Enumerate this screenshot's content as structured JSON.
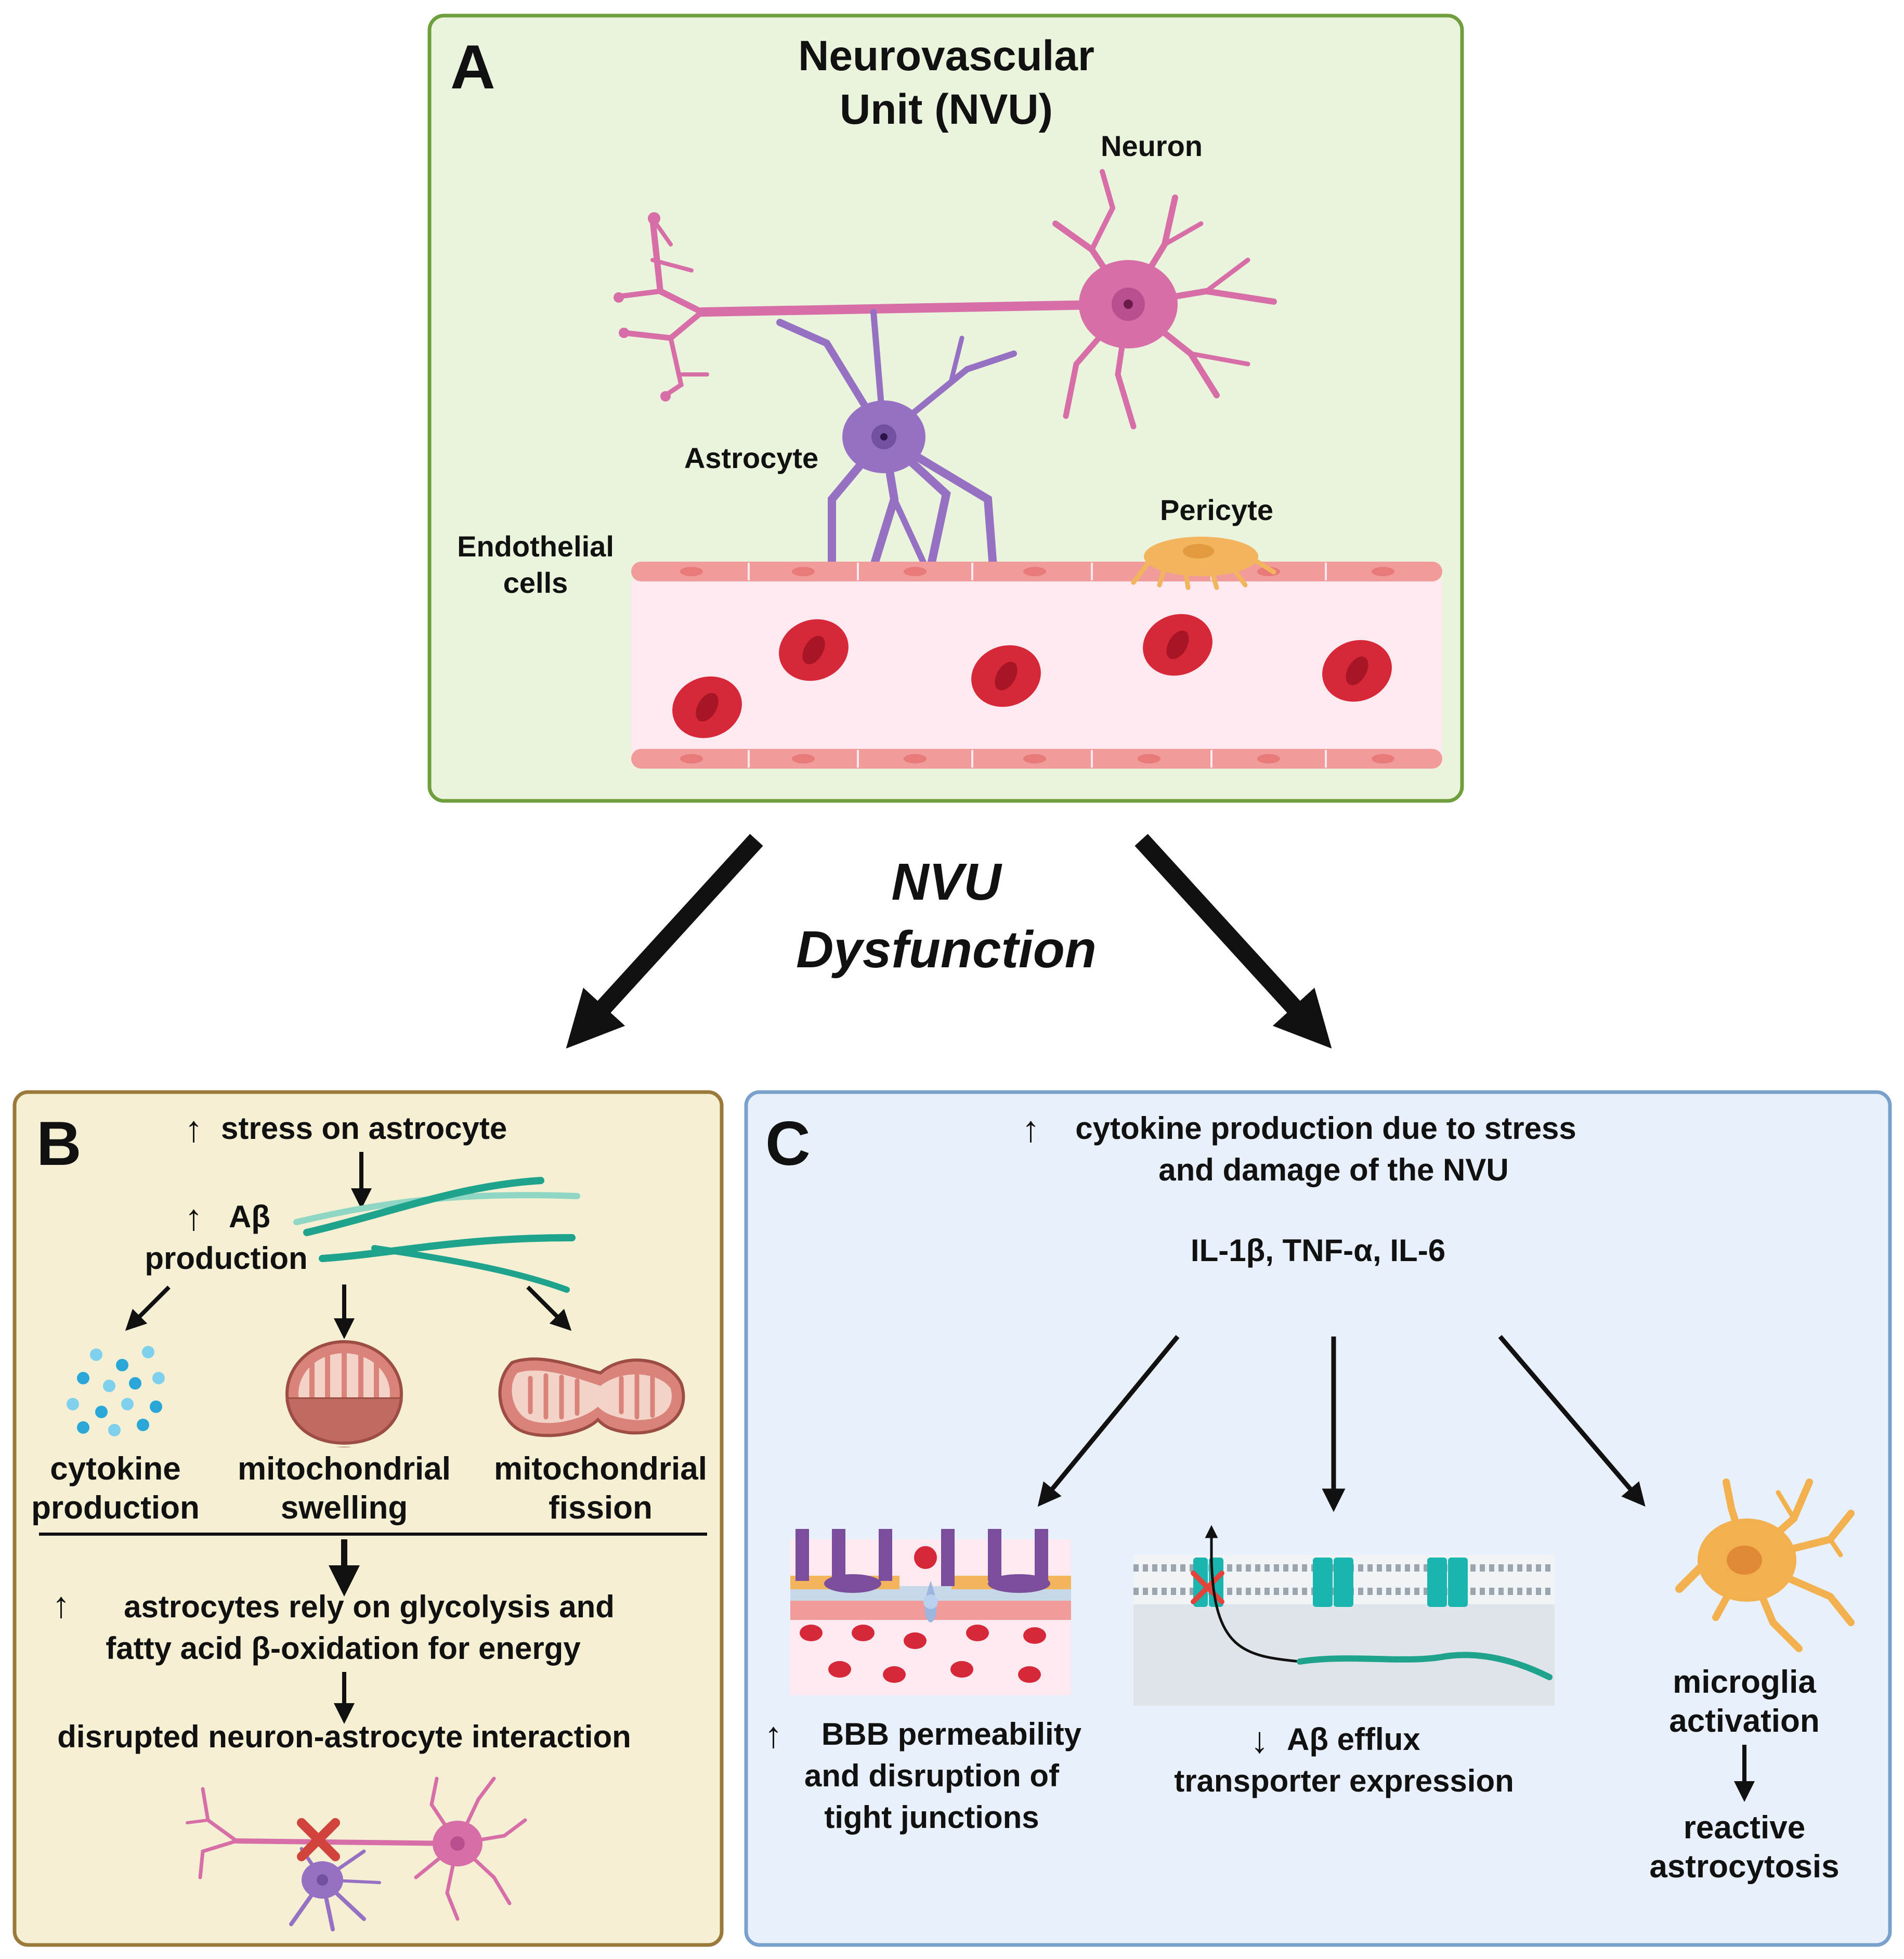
{
  "colors": {
    "panel_a_fill": "#eaf4dd",
    "panel_a_border": "#6f9e3d",
    "panel_b_fill": "#f5f0d4",
    "panel_b_border": "#9a7a3a",
    "panel_c_fill": "#e8f0fb",
    "panel_c_border": "#7aa0cc",
    "neuron": "#d76ea8",
    "astrocyte": "#9670c2",
    "pericyte": "#f2b45c",
    "vessel_wall": "#f29b9b",
    "vessel_lumen": "#fdeaf0",
    "rbc": "#d62839",
    "abeta_fiber": "#1fa38c",
    "cytokine_dot": "#2aa7d8",
    "mitochondrion": "#d9837a",
    "microglia": "#f2b04f",
    "transporter": "#1bb5b0",
    "block_x": "#e0443b",
    "arrow": "#111111"
  },
  "panel_a": {
    "letter": "A",
    "title_line1": "Neurovascular",
    "title_line2": "Unit (NVU)",
    "neuron_label": "Neuron",
    "astrocyte_label": "Astrocyte",
    "pericyte_label": "Pericyte",
    "endothelial_line1": "Endothelial",
    "endothelial_line2": "cells"
  },
  "center": {
    "line1": "NVU",
    "line2": "Dysfunction"
  },
  "panel_b": {
    "letter": "B",
    "stress": "stress on astrocyte",
    "abeta_line1": "Aβ",
    "abeta_line2": "production",
    "cytokine_line1": "cytokine",
    "cytokine_line2": "production",
    "swelling_line1": "mitochondrial",
    "swelling_line2": "swelling",
    "fission_line1": "mitochondrial",
    "fission_line2": "fission",
    "glyco_line1": "astrocytes rely on glycolysis and",
    "glyco_line2": "fatty acid β-oxidation for energy",
    "disrupted": "disrupted neuron-astrocyte interaction"
  },
  "panel_c": {
    "letter": "C",
    "cytokine_line1": "cytokine production due to stress",
    "cytokine_line2": "and damage of the NVU",
    "interleukins": "IL-1β, TNF-α, IL-6",
    "bbb_line1": "BBB permeability",
    "bbb_line2": "and disruption of",
    "bbb_line3": "tight junctions",
    "efflux_line1": "Aβ  efflux",
    "efflux_line2": "transporter expression",
    "microglia_line1": "microglia",
    "microglia_line2": "activation",
    "reactive_line1": "reactive",
    "reactive_line2": "astrocytosis"
  },
  "symbols": {
    "up": "↑",
    "down": "↓"
  }
}
